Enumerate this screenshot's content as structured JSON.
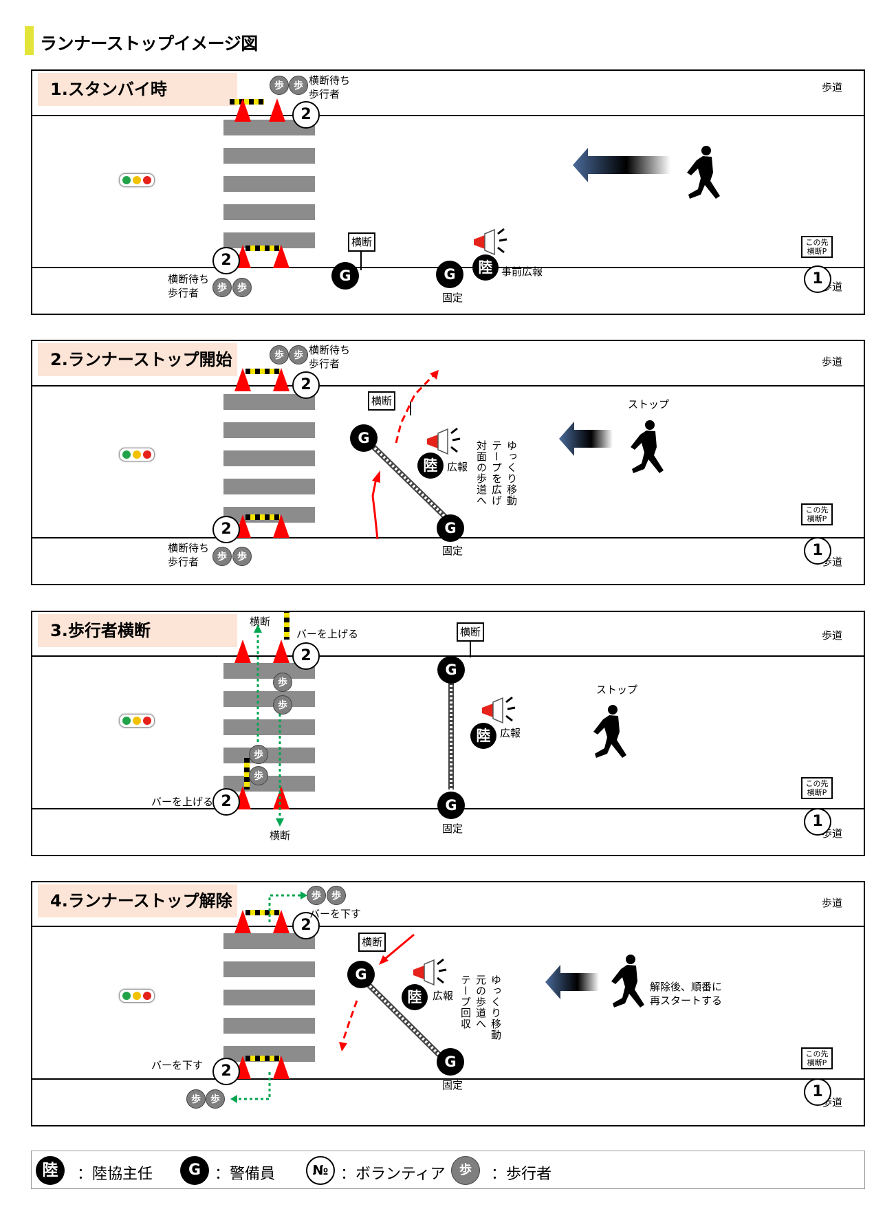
{
  "title": "ランナーストップイメージ図",
  "common": {
    "sidewalk": "歩道",
    "ped_char": "歩",
    "riku_char": "陸",
    "g_char": "G",
    "vol1": "1",
    "vol2": "2",
    "crossing_sign": "横断",
    "fixed": "固定",
    "ahead_sign_line1": "この先",
    "ahead_sign_line2": "横断P",
    "waiting_line1": "横断待ち",
    "waiting_line2": "歩行者",
    "broadcast": "広報"
  },
  "panels": [
    {
      "title": "1.スタンバイ時",
      "pre_broadcast": "事前広報"
    },
    {
      "title": "2.ランナーストップ開始",
      "stop": "ストップ",
      "vertical_1": "ゆっくり移動",
      "vertical_2": "テープを広げ",
      "vertical_3": "対面の歩道へ"
    },
    {
      "title": "3.歩行者横断",
      "stop": "ストップ",
      "raise_bar": "バーを上げる",
      "cross": "横断"
    },
    {
      "title": "4.ランナーストップ解除",
      "lower_bar": "バーを下す",
      "vertical_1": "ゆっくり移動",
      "vertical_2": "元の歩道へ",
      "vertical_3": "テープ回収",
      "restart_line1": "解除後、順番に",
      "restart_line2": "再スタートする"
    }
  ],
  "legend": [
    {
      "symbol": "陸",
      "label": "：陸協主任"
    },
    {
      "symbol": "G",
      "label": "：警備員"
    },
    {
      "symbol": "№",
      "label": "：ボランティア"
    },
    {
      "symbol": "歩",
      "label": "：歩行者"
    }
  ],
  "colors": {
    "accent": "#e2e43a",
    "panel_title_bg": "#fce4d6",
    "cone": "#ff0000",
    "bar_yellow": "#f5e400",
    "path_green": "#00a650",
    "path_red": "#ff0000"
  }
}
